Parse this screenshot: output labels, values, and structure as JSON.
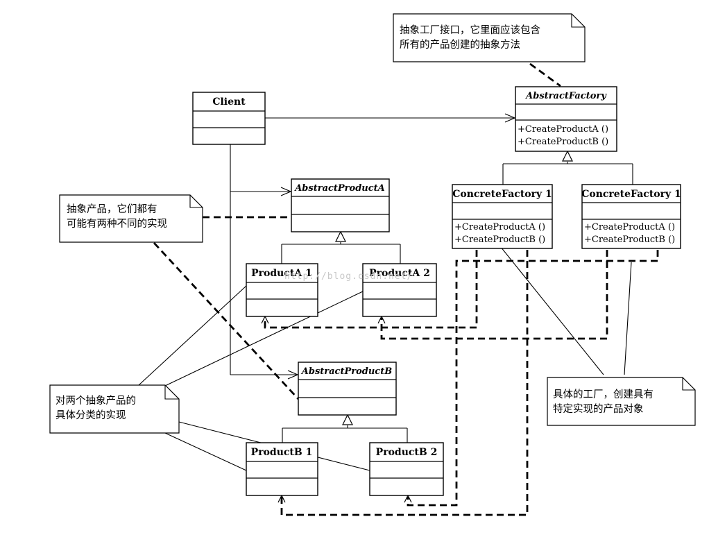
{
  "classes": {
    "client": {
      "name": "Client"
    },
    "abstract_factory": {
      "name": "AbstractFactory",
      "methods": [
        "+CreateProductA ()",
        "+CreateProductB ()"
      ]
    },
    "concrete_factory_1": {
      "name": "ConcreteFactory 1",
      "methods": [
        "+CreateProductA ()",
        "+CreateProductB ()"
      ]
    },
    "concrete_factory_2": {
      "name": "ConcreteFactory 1",
      "methods": [
        "+CreateProductA ()",
        "+CreateProductB ()"
      ]
    },
    "abstract_product_a": {
      "name": "AbstractProductA"
    },
    "abstract_product_b": {
      "name": "AbstractProductB"
    },
    "product_a1": {
      "name": "ProductA 1"
    },
    "product_a2": {
      "name": "ProductA 2"
    },
    "product_b1": {
      "name": "ProductB 1"
    },
    "product_b2": {
      "name": "ProductB 2"
    }
  },
  "notes": {
    "factory_interface": [
      "抽象工厂接口，它里面应该包含",
      "所有的产品创建的抽象方法"
    ],
    "abstract_product": [
      "抽象产品，它们都有",
      "可能有两种不同的实现"
    ],
    "concrete_products": [
      "对两个抽象产品的",
      "具体分类的实现"
    ],
    "concrete_factory": [
      "具体的工厂，创建具有",
      "特定实现的产品对象"
    ]
  },
  "watermark": "http://blog.csdn.net/"
}
